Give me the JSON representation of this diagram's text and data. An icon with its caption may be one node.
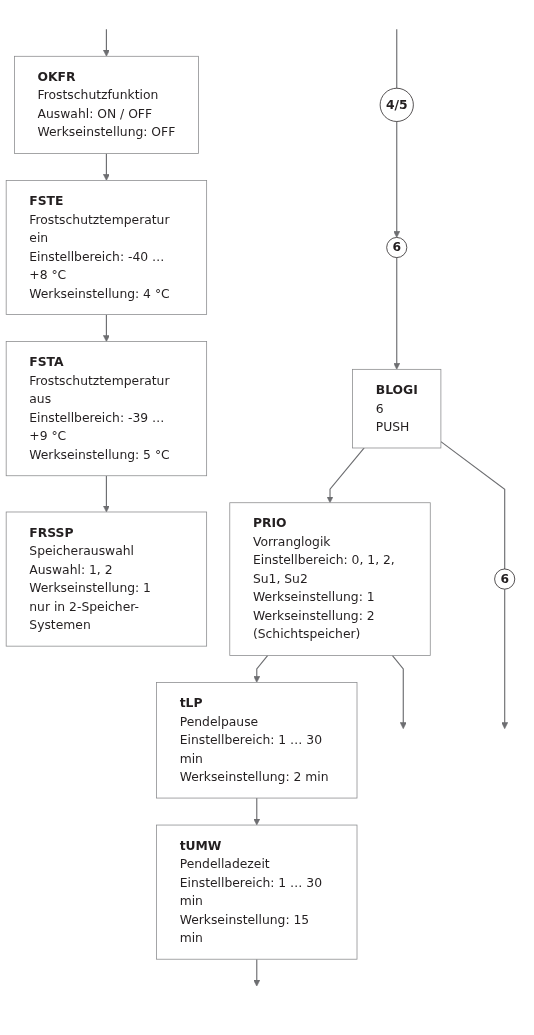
{
  "diagram": {
    "nodes": [
      {
        "text": [
          "4/5"
        ]
      },
      {
        "text": [
          "OKFR",
          "Frostschutzfunktion",
          "Auswahl: ON / OFF",
          "Werkseinstellung: OFF"
        ]
      },
      {
        "text": [
          "FSTE",
          "Frostschutztemperatur ein",
          "Einstellbereich: -40 … +8 °C",
          "Werkseinstellung: 4 °C"
        ]
      },
      {
        "text": [
          "FSTA",
          "Frostschutztemperatur aus",
          "Einstellbereich: -39 … +9 °C",
          "Werkseinstellung: 5 °C"
        ]
      },
      {
        "text": [
          "FRSSP",
          "Speicherauswahl",
          "Auswahl: 1, 2",
          "Werkseinstellung: 1",
          "nur in 2-Speicher-Systemen"
        ]
      },
      {
        "text": [
          "6"
        ]
      },
      {
        "text": [
          "BLOGI",
          "6",
          "PUSH"
        ]
      },
      {
        "text": [
          "PRIO",
          "Vorranglogik",
          "Einstellbereich: 0, 1, 2, Su1, Su2",
          "Werkseinstellung: 1",
          "Werkseinstellung: 2 (Schichtspeicher)"
        ]
      },
      {
        "text": [
          "tLP",
          "Pendelpause",
          "Einstellbereich: 1 … 30 min",
          "Werkseinstellung: 2 min"
        ]
      },
      {
        "text": [
          "tUMW",
          "Pendelladezeit",
          "Einstellbereich: 1 … 30 min",
          "Werkseinstellung: 15 min"
        ]
      },
      {
        "text": [
          "6"
        ]
      }
    ],
    "edges": [
      {
        "from": null,
        "to": 0,
        "arrow": "none"
      },
      {
        "from": 0,
        "to": 5,
        "arrow": "to"
      },
      {
        "from": 5,
        "to": 6,
        "arrow": "to"
      },
      {
        "from": 6,
        "to": 7,
        "arrow": "to"
      },
      {
        "from": 6,
        "to": 10,
        "arrow": "none"
      },
      {
        "from": 10,
        "to": null,
        "arrow": "to"
      },
      {
        "from": null,
        "to": 1,
        "arrow": "to"
      },
      {
        "from": 1,
        "to": 2,
        "arrow": "to"
      },
      {
        "from": 2,
        "to": 3,
        "arrow": "to"
      },
      {
        "from": 3,
        "to": 4,
        "arrow": "to"
      },
      {
        "from": 7,
        "to": 8,
        "arrow": "to"
      },
      {
        "from": 7,
        "to": null,
        "arrow": "to"
      },
      {
        "from": 8,
        "to": 9,
        "arrow": "to"
      },
      {
        "from": 9,
        "to": null,
        "arrow": "to"
      }
    ]
  }
}
